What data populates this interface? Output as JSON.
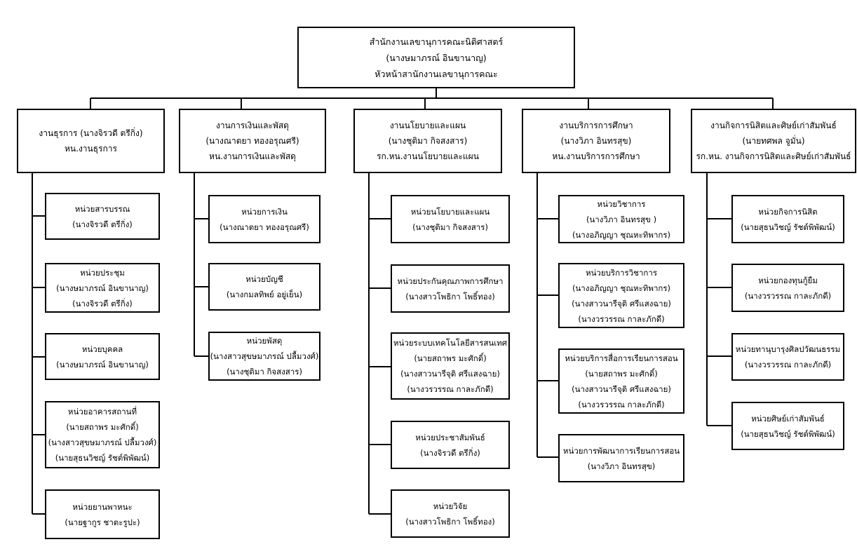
{
  "top": {
    "lines": [
      "สำนักงานเลขานุการคณะนิติศาสตร์",
      "(นางษมาภรณ์ อินขานาญ)",
      "หัวหน้าสานักงานเลขานุการคณะ"
    ]
  },
  "divisions": [
    {
      "lines": [
        "งานธุรการ (นางจิรวดี ตรีกิ่ง)",
        "หน.งานธุรการ"
      ],
      "units": [
        {
          "lines": [
            "หน่วยสารบรรณ",
            "(นางจิรวดี ตรีกิ่ง)"
          ]
        },
        {
          "lines": [
            "หน่วยประชุม",
            "(นางษมาภรณ์ อินขานาญ)",
            "(นางจิรวดี ตรีกิ่ง)"
          ]
        },
        {
          "lines": [
            "หน่วยบุคคล",
            "(นางษมาภรณ์ อินขานาญ)"
          ]
        },
        {
          "lines": [
            "หน่วยอาคารสถานที่",
            "(นายสถาพร มะศักดิ์)",
            "(นางสาวสุขษมาภรณ์ ปลื้มวงศ์)",
            "(นายสุธนวิชญ์ รัชต์พิพัฒน์)"
          ]
        },
        {
          "lines": [
            "หน่วยยานพาหนะ",
            "(นายฐากูร ชาตะรูปะ)"
          ]
        }
      ]
    },
    {
      "lines": [
        "งานการเงินและพัสดุ",
        "(นางณาตยา ทองอรุณศรี)",
        "หน.งานการเงินและพัสดุ"
      ],
      "units": [
        {
          "lines": [
            "หน่วยการเงิน",
            "(นางณาตยา ทองอรุณศรี)"
          ]
        },
        {
          "lines": [
            "หน่วยบัญชี",
            "(นางกมลทิพย์ อยู่เย็น)"
          ]
        },
        {
          "lines": [
            "หน่วยพัสดุ",
            "(นางสาวสุขษมาภรณ์ ปลื้มวงศ์)",
            "(นางชุติมา กิจสงสาร)"
          ]
        }
      ]
    },
    {
      "lines": [
        "งานนโยบายและแผน",
        "(นางชุติมา กิจสงสาร)",
        "รก.หน.งานนโยบายและแผน"
      ],
      "units": [
        {
          "lines": [
            "หน่วยนโยบายและแผน",
            "(นางชุติมา กิจสงสาร)"
          ]
        },
        {
          "lines": [
            "หน่วยประกันคุณภาพการศึกษา",
            "(นางสาวโพธิกา โพธิ์ทอง)"
          ]
        },
        {
          "lines": [
            "หน่วยระบบเทคโนโลยีสารสนเทศ",
            "(นายสถาพร มะศักดิ์)",
            "(นางสาวนารีจุติ ศรีแสงฉาย)",
            "(นางวรวรรณ กาละภักดี)"
          ]
        },
        {
          "lines": [
            "หน่วยประชาสัมพันธ์",
            "(นางจิรวดี ตรีกิ่ง)"
          ]
        },
        {
          "lines": [
            "หน่วยวิจัย",
            "(นางสาวโพธิกา โพธิ์ทอง)"
          ]
        }
      ]
    },
    {
      "lines": [
        "งานบริการการศึกษา",
        "(นางวิภา อินทรสุข)",
        "หน.งานบริการการศึกษา"
      ],
      "units": [
        {
          "lines": [
            "หน่วยวิชาการ",
            "(นางวิภา อินทรสุข )",
            "(นางอภิญญา ชุณหะทิพากร)"
          ]
        },
        {
          "lines": [
            "หน่วยบริการวิชาการ",
            "(นางอภิญญา ชุณหะทิพากร)",
            "(นางสาวนารีจุติ ศรีแสงฉาย)",
            "(นางวรวรรณ กาละภักดี)"
          ]
        },
        {
          "lines": [
            "หน่วยบริการสื่อการเรียนการสอน",
            "(นายสถาพร มะศักดิ์)",
            "(นางสาวนารีจุติ ศรีแสงฉาย)",
            "(นางวรวรรณ กาละภักดี)"
          ]
        },
        {
          "lines": [
            "หน่วยการพัฒนาการเรียนการสอน",
            "(นางวิภา อินทรสุข)"
          ]
        }
      ]
    },
    {
      "lines": [
        "งานกิจการนิสิตและศิษย์เก่าสัมพันธ์",
        "(นายทศพล จูมั่น)",
        "รก.หน. งานกิจการนิสิตและศิษย์เก่าสัมพันธ์"
      ],
      "units": [
        {
          "lines": [
            "หน่วยกิจการนิสิต",
            "(นายสุธนวิชญ์ รัชต์พิพัฒน์)"
          ]
        },
        {
          "lines": [
            "หน่วยกองทุนกู้ยืม",
            "(นางวรวรรณ กาละภักดี)"
          ]
        },
        {
          "lines": [
            "หน่วยทานุบารุงศิลปวัฒนธรรม",
            "(นางวรวรรณ กาละภักดี)"
          ]
        },
        {
          "lines": [
            "หน่วยศิษย์เก่าสัมพันธ์",
            "(นายสุธนวิชญ์ รัชต์พิพัฒน์)"
          ]
        }
      ]
    }
  ]
}
